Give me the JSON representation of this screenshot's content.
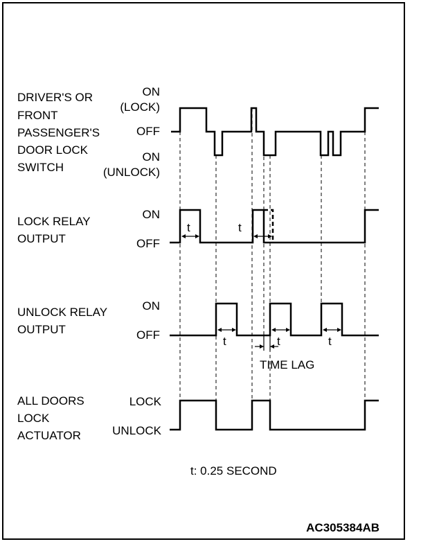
{
  "signals": {
    "door_switch": {
      "name_lines": [
        "DRIVER'S OR",
        "FRONT",
        "PASSENGER'S",
        "DOOR LOCK",
        "SWITCH"
      ],
      "state_on_lock": [
        "ON",
        "(LOCK)"
      ],
      "state_off": "OFF",
      "state_on_unlock": [
        "ON",
        "(UNLOCK)"
      ]
    },
    "lock_relay": {
      "name_lines": [
        "LOCK RELAY",
        "OUTPUT"
      ],
      "state_on": "ON",
      "state_off": "OFF"
    },
    "unlock_relay": {
      "name_lines": [
        "UNLOCK RELAY",
        "OUTPUT"
      ],
      "state_on": "ON",
      "state_off": "OFF"
    },
    "actuator": {
      "name_lines": [
        "ALL DOORS",
        "LOCK",
        "ACTUATOR"
      ],
      "state_lock": "LOCK",
      "state_unlock": "UNLOCK"
    }
  },
  "annotations": {
    "t_marker": "t",
    "time_lag": "TIME LAG",
    "note": "t: 0.25 SECOND"
  },
  "figure_code": "AC305384AB",
  "colors": {
    "line": "#000000",
    "background": "#ffffff"
  }
}
